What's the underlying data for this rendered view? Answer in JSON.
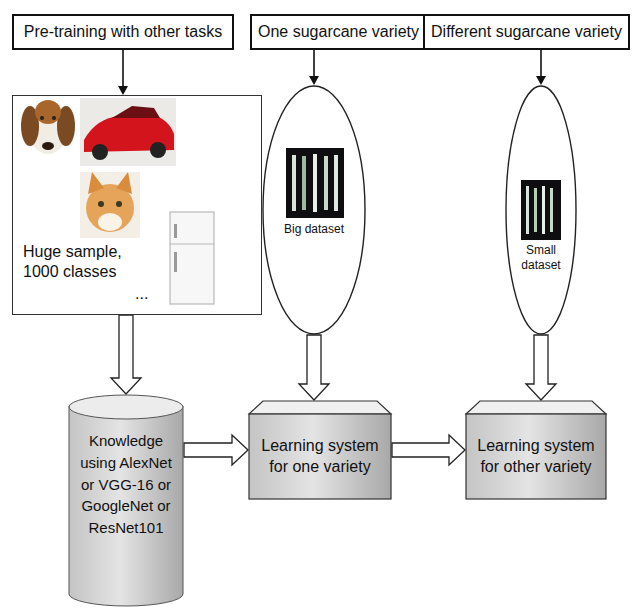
{
  "diagram": {
    "nodes": [
      {
        "text": [
          "Pre-training with other tasks"
        ]
      },
      {
        "text": [
          "One sugarcane variety"
        ]
      },
      {
        "text": [
          "Different sugarcane variety"
        ]
      },
      {
        "text": [
          "Huge sample, 1000 classes",
          "..."
        ]
      },
      {
        "text": [
          "Big dataset"
        ]
      },
      {
        "text": [
          "Small dataset"
        ]
      },
      {
        "text": [
          "Knowledge using AlexNet or VGG-16 or GoogleNet or ResNet101"
        ]
      },
      {
        "text": [
          "Learning system for one variety"
        ]
      },
      {
        "text": [
          "Learning system for other variety"
        ]
      }
    ],
    "edges": [
      {
        "from": 0,
        "to": 3,
        "arrow": "to"
      },
      {
        "from": 1,
        "to": 4,
        "arrow": "to"
      },
      {
        "from": 2,
        "to": 5,
        "arrow": "to"
      },
      {
        "from": 3,
        "to": 6,
        "arrow": "to"
      },
      {
        "from": 4,
        "to": 7,
        "arrow": "to"
      },
      {
        "from": 5,
        "to": 8,
        "arrow": "to"
      },
      {
        "from": 6,
        "to": 7,
        "arrow": "to"
      },
      {
        "from": 7,
        "to": 8,
        "arrow": "to"
      }
    ]
  }
}
